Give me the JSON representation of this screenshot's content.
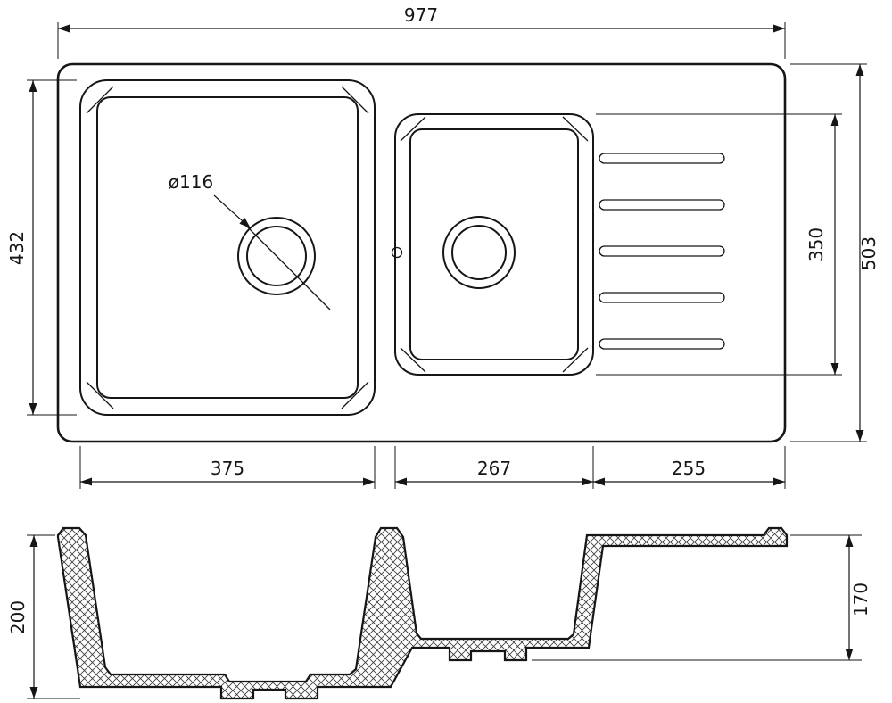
{
  "drawing": {
    "type": "sink technical drawing",
    "views": [
      "top view",
      "section view"
    ]
  },
  "top_view": {
    "dim_overall_width": "977",
    "dim_overall_depth": "503",
    "dim_bowl1_length": "432",
    "dim_bowl2_length": "350",
    "dim_bowl1_width": "375",
    "dim_bowl2_width": "267",
    "dim_drainboard_width": "255",
    "dim_drain_diameter": "ø116"
  },
  "section_view": {
    "dim_bowl1_depth": "200",
    "dim_bowl2_depth": "170"
  },
  "colors": {
    "line": "#161616",
    "background": "#ffffff"
  }
}
